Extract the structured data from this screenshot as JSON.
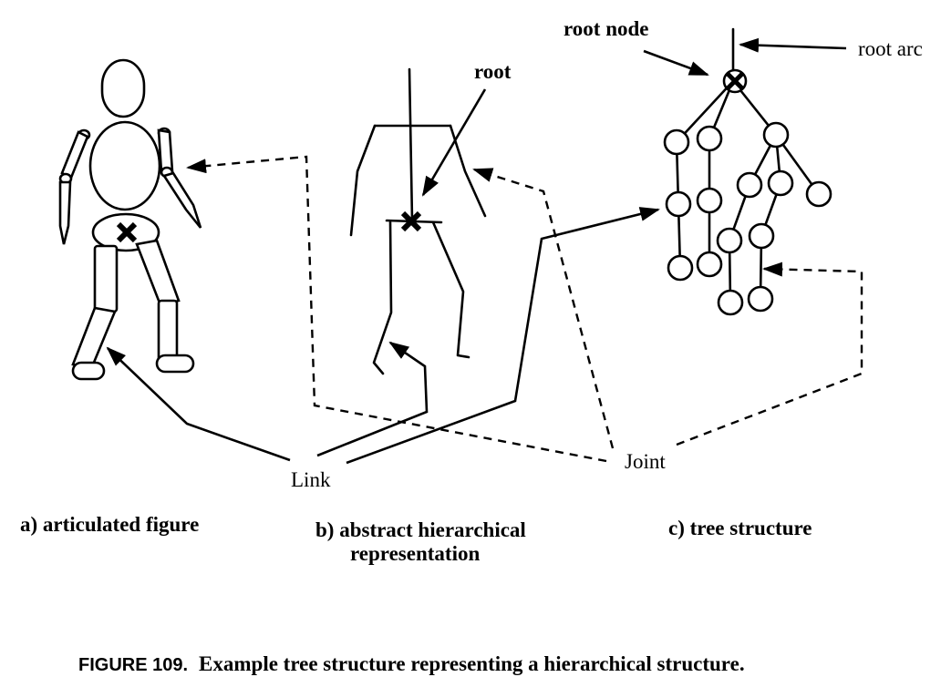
{
  "labels": {
    "root_node": "root node",
    "root_arc": "root arc",
    "root": "root",
    "link": "Link",
    "joint": "Joint"
  },
  "captions": {
    "a": "a) articulated figure",
    "b_line1": "b) abstract hierarchical",
    "b_line2": "representation",
    "c": "c) tree structure"
  },
  "figure_caption": {
    "number": "FIGURE 109.",
    "text": "Example tree structure representing a hierarchical structure."
  }
}
